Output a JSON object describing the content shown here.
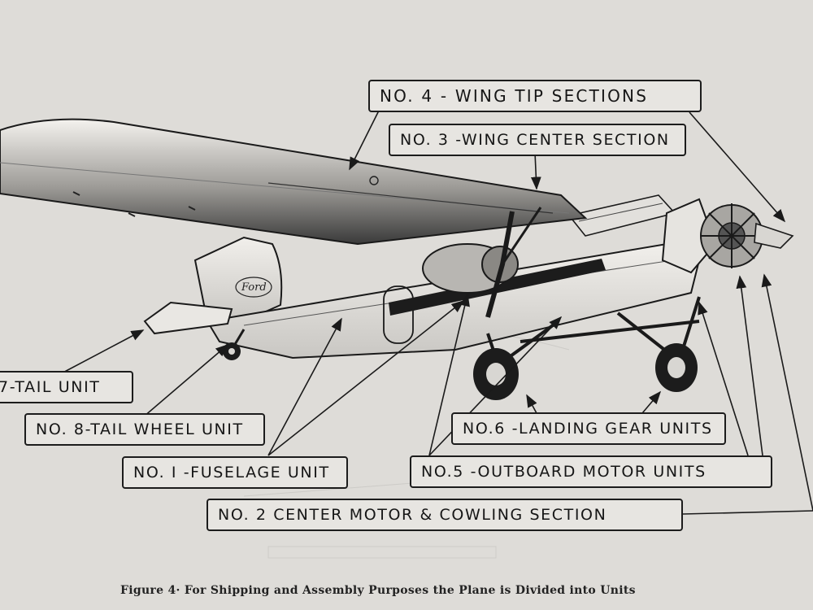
{
  "labels": {
    "wing_tip": "NO. 4 - WING  TIP  SECTIONS",
    "wing_center": "NO. 3 -WING CENTER SECTION",
    "tail_unit": "7-TAIL UNIT",
    "tail_wheel": "NO. 8-TAIL WHEEL UNIT",
    "landing_gear": "NO.6 -LANDING GEAR UNITS",
    "fuselage": "NO. I -FUSELAGE UNIT",
    "outboard_motor": "NO.5 -OUTBOARD MOTOR UNITS",
    "center_motor": "NO. 2 CENTER MOTOR & COWLING SECTION"
  },
  "caption": "Figure 4·  For Shipping and Assembly Purposes the Plane is Divided into Units",
  "colors": {
    "paper": "#dedcd8",
    "ink": "#1c1c1c"
  }
}
